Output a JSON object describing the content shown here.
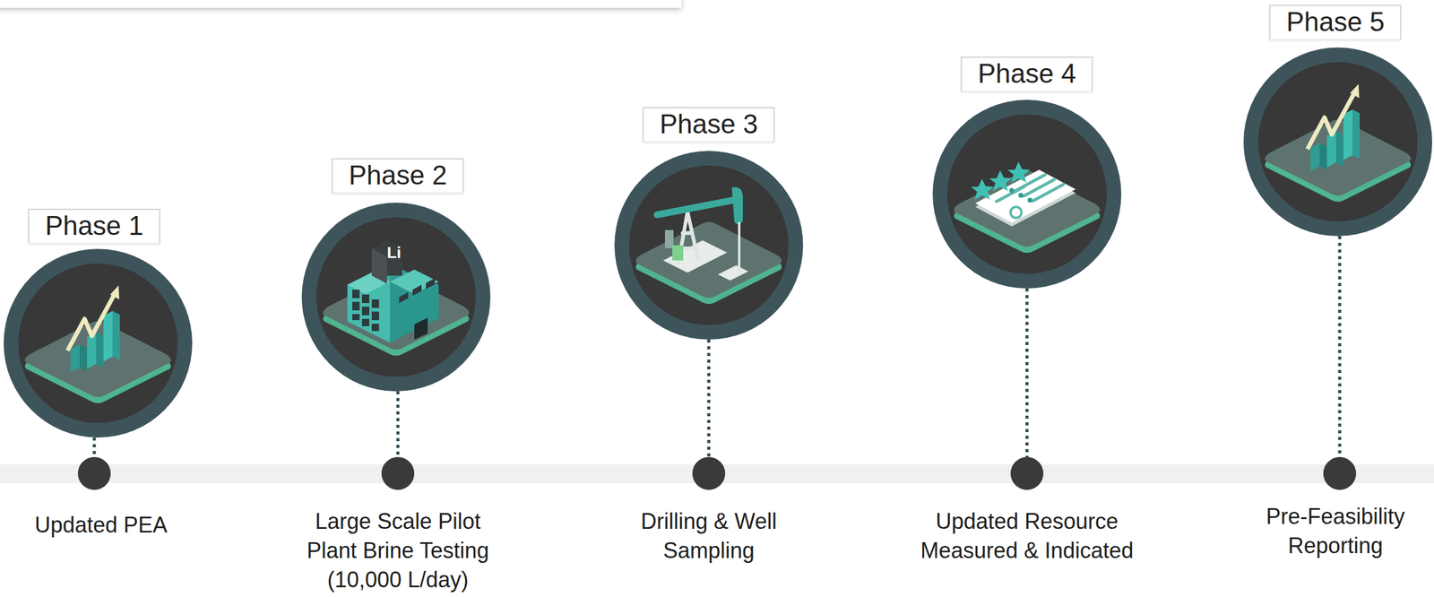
{
  "diagram": {
    "nodes": [
      {
        "text": [
          "Phase 1",
          "Updated PEA"
        ]
      },
      {
        "text": [
          "Phase 2",
          "Large Scale Pilot Plant Brine Testing (10,000 L/day)"
        ]
      },
      {
        "text": [
          "Phase 3",
          "Drilling & Well Sampling"
        ]
      },
      {
        "text": [
          "Phase 4",
          "Updated Resource Measured & Indicated"
        ]
      },
      {
        "text": [
          "Phase 5",
          "Pre-Feasibility Reporting"
        ]
      }
    ],
    "labels": [
      "Li"
    ]
  }
}
